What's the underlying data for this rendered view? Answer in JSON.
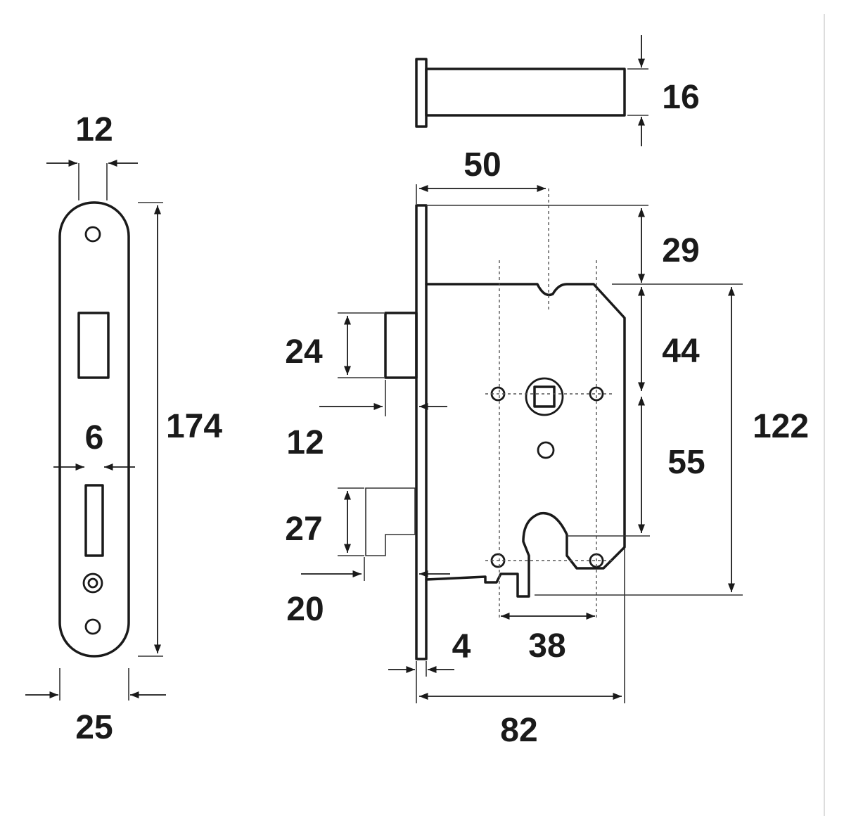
{
  "dimensions": {
    "faceplate_hole_spacing": "12",
    "faceplate_height": "174",
    "faceplate_slot_width": "6",
    "faceplate_width": "25",
    "spindle_diameter": "16",
    "backset": "50",
    "top_to_follower": "29",
    "latch_height": "24",
    "follower_to_center": "44",
    "latch_projection": "12",
    "center_to_cylinder": "55",
    "case_height": "122",
    "bolt_height": "27",
    "bolt_projection": "20",
    "faceplate_thickness": "4",
    "fixing_spacing": "38",
    "case_depth": "82"
  },
  "colors": {
    "line": "#1a1a1a",
    "background": "#ffffff"
  }
}
